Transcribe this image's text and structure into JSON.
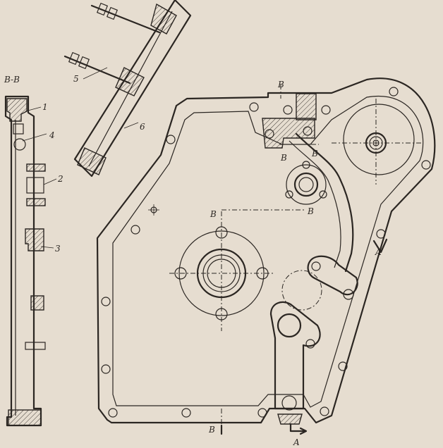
{
  "colors": {
    "paper": "#e6ddd0",
    "ink": "#2b2622"
  },
  "section_title": "B-B",
  "callouts": {
    "c1": "1",
    "c2": "2",
    "c3": "3",
    "c4": "4",
    "c5": "5",
    "c6": "6"
  },
  "section_marks": {
    "b_top": "B",
    "b_left_1": "B",
    "b_right_1": "B",
    "b_left_2": "B",
    "b_right_2": "B",
    "b_bottom": "B",
    "a_right": "A",
    "a_bottom": "A"
  }
}
